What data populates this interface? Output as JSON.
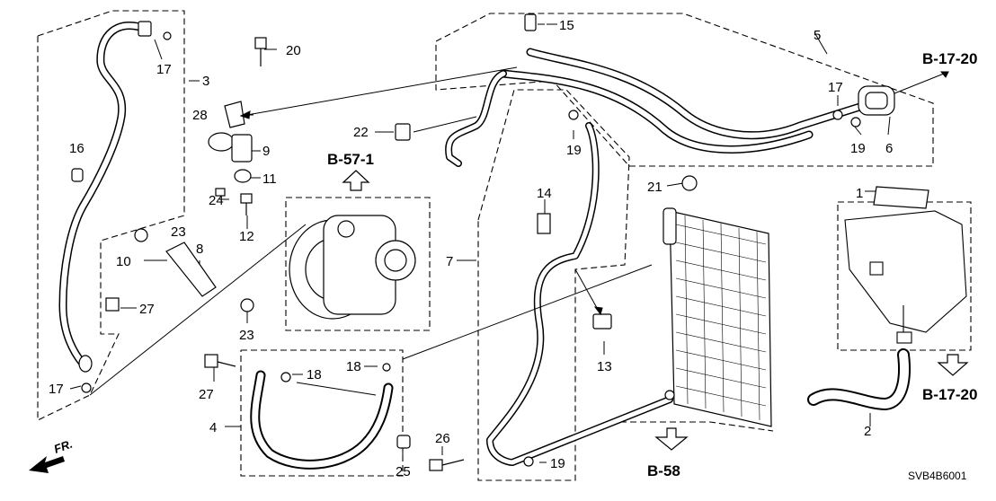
{
  "diagram": {
    "part_numbers": [
      "1",
      "2",
      "3",
      "4",
      "5",
      "6",
      "7",
      "8",
      "9",
      "10",
      "11",
      "12",
      "13",
      "14",
      "15",
      "16",
      "17",
      "17",
      "17",
      "18",
      "18",
      "19",
      "19",
      "19",
      "20",
      "21",
      "22",
      "23",
      "23",
      "24",
      "25",
      "26",
      "27",
      "27",
      "28"
    ],
    "references": [
      "B-57-1",
      "B-17-20",
      "B-17-20",
      "B-58"
    ],
    "direction_label": "FR.",
    "diagram_code": "SVB4B6001"
  }
}
